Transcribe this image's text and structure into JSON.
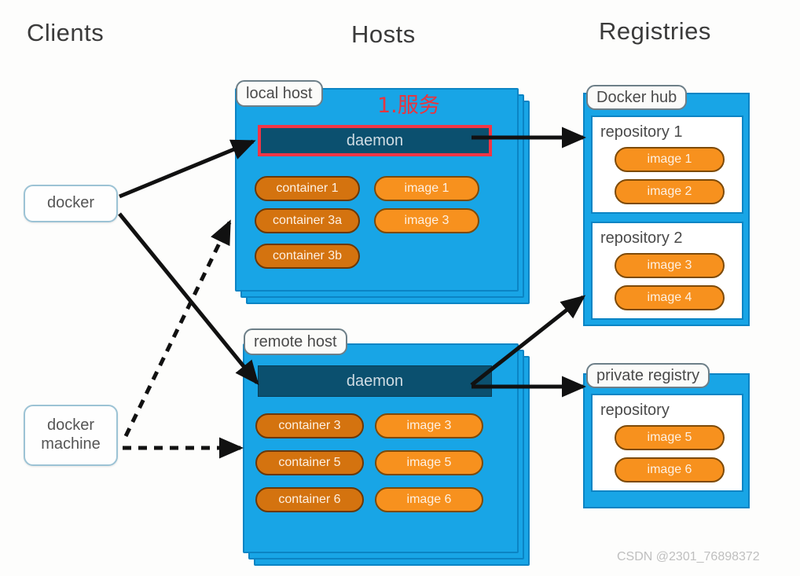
{
  "columns": [
    {
      "label": "Clients"
    },
    {
      "label": "Hosts"
    },
    {
      "label": "Registries"
    }
  ],
  "clients": [
    {
      "name": "docker",
      "label": "docker"
    },
    {
      "name": "docker-machine",
      "line1": "docker",
      "line2": "machine"
    }
  ],
  "hosts": [
    {
      "name": "local-host",
      "label": "local host",
      "daemon": {
        "label": "daemon",
        "highlighted": true
      },
      "containers": [
        {
          "label": "container 1"
        },
        {
          "label": "container 3a"
        },
        {
          "label": "container 3b"
        }
      ],
      "images": [
        {
          "label": "image 1"
        },
        {
          "label": "image 3"
        }
      ]
    },
    {
      "name": "remote-host",
      "label": "remote host",
      "daemon": {
        "label": "daemon",
        "highlighted": false
      },
      "containers": [
        {
          "label": "container 3"
        },
        {
          "label": "container 5"
        },
        {
          "label": "container 6"
        }
      ],
      "images": [
        {
          "label": "image 3"
        },
        {
          "label": "image 5"
        },
        {
          "label": "image 6"
        }
      ]
    }
  ],
  "registries": [
    {
      "name": "docker-hub",
      "label": "Docker hub",
      "repositories": [
        {
          "title": "repository 1",
          "images": [
            {
              "label": "image 1"
            },
            {
              "label": "image 2"
            }
          ]
        },
        {
          "title": "repository 2",
          "images": [
            {
              "label": "image 3"
            },
            {
              "label": "image 4"
            }
          ]
        }
      ]
    },
    {
      "name": "private-registry",
      "label": "private registry",
      "repositories": [
        {
          "title": "repository",
          "images": [
            {
              "label": "image 5"
            },
            {
              "label": "image 6"
            }
          ]
        }
      ]
    }
  ],
  "annotations": [
    {
      "name": "service-annotation",
      "text": "1.服务",
      "color": "#e8353f"
    }
  ],
  "watermark": {
    "text": "CSDN @2301_76898372"
  },
  "colors": {
    "host_blue": "#18a5e6",
    "host_border": "#0b84c4",
    "daemon": "#0b506f",
    "container_orange": "#d4730f",
    "image_orange": "#f7911e",
    "annotation_red": "#e8353f",
    "client_border": "#9cc3d5",
    "background": "#fdfdfc"
  }
}
